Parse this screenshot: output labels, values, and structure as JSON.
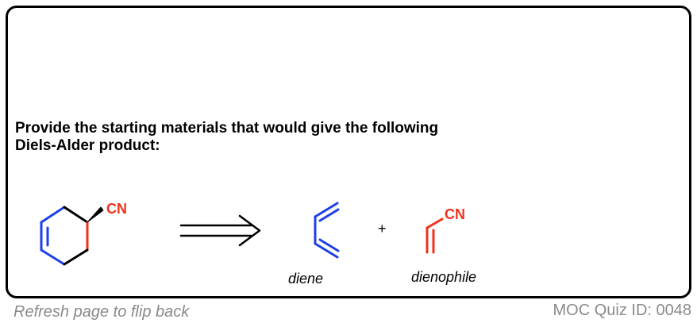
{
  "question": {
    "line1": "Provide the starting materials that would give the following",
    "line2": "Diels-Alder product:"
  },
  "scheme": {
    "product_group": "CN",
    "plus": "+",
    "dienophile_group": "CN",
    "diene_label": "diene",
    "dienophile_label": "dienophile",
    "colors": {
      "diene": "#1f3fe8",
      "dienophile": "#f0321e",
      "bond": "#000000",
      "arrow": "#000000"
    }
  },
  "footer": {
    "flip_hint": "Refresh page to flip back",
    "quiz_id": "MOC Quiz ID: 0048"
  }
}
